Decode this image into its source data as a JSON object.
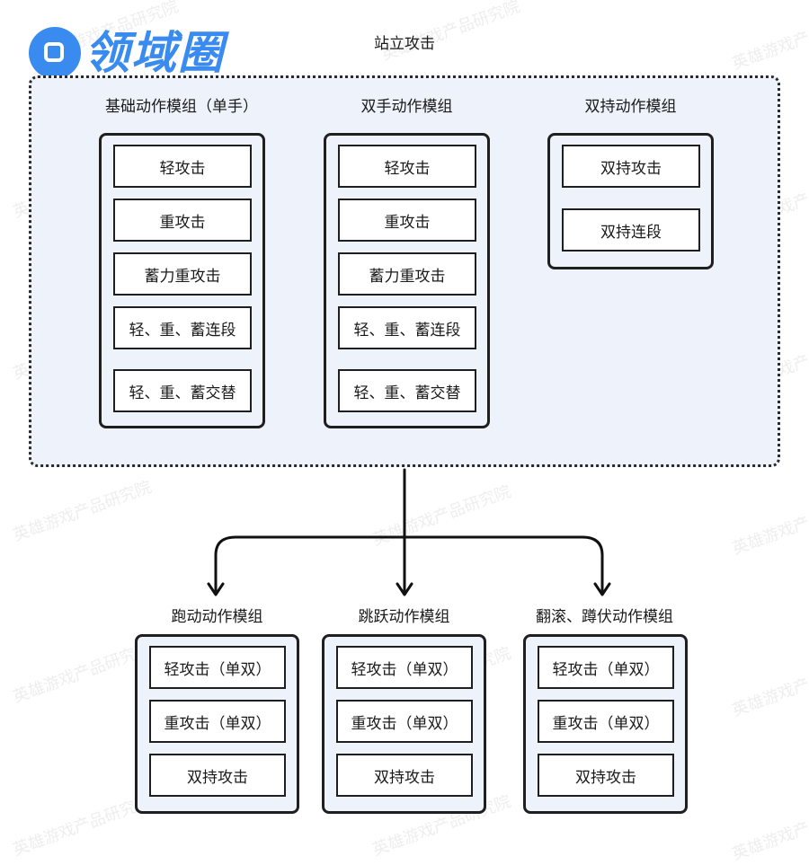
{
  "logo": {
    "text": "领域圈"
  },
  "watermark": "英雄游戏产品研究院",
  "top": {
    "title": "站立攻击",
    "groups": [
      {
        "title": "基础动作模组（单手）",
        "items": [
          "轻攻击",
          "重攻击",
          "蓄力重攻击",
          "轻、重、蓄连段",
          "轻、重、蓄交替"
        ]
      },
      {
        "title": "双手动作模组",
        "items": [
          "轻攻击",
          "重攻击",
          "蓄力重攻击",
          "轻、重、蓄连段",
          "轻、重、蓄交替"
        ]
      },
      {
        "title": "双持动作模组",
        "items": [
          "双持攻击",
          "双持连段"
        ]
      }
    ]
  },
  "bottom": {
    "groups": [
      {
        "title": "跑动动作模组",
        "items": [
          "轻攻击（单双）",
          "重攻击（单双）",
          "双持攻击"
        ]
      },
      {
        "title": "跳跃动作模组",
        "items": [
          "轻攻击（单双）",
          "重攻击（单双）",
          "双持攻击"
        ]
      },
      {
        "title": "翻滚、蹲伏动作模组",
        "items": [
          "轻攻击（单双）",
          "重攻击（单双）",
          "双持攻击"
        ]
      }
    ]
  }
}
